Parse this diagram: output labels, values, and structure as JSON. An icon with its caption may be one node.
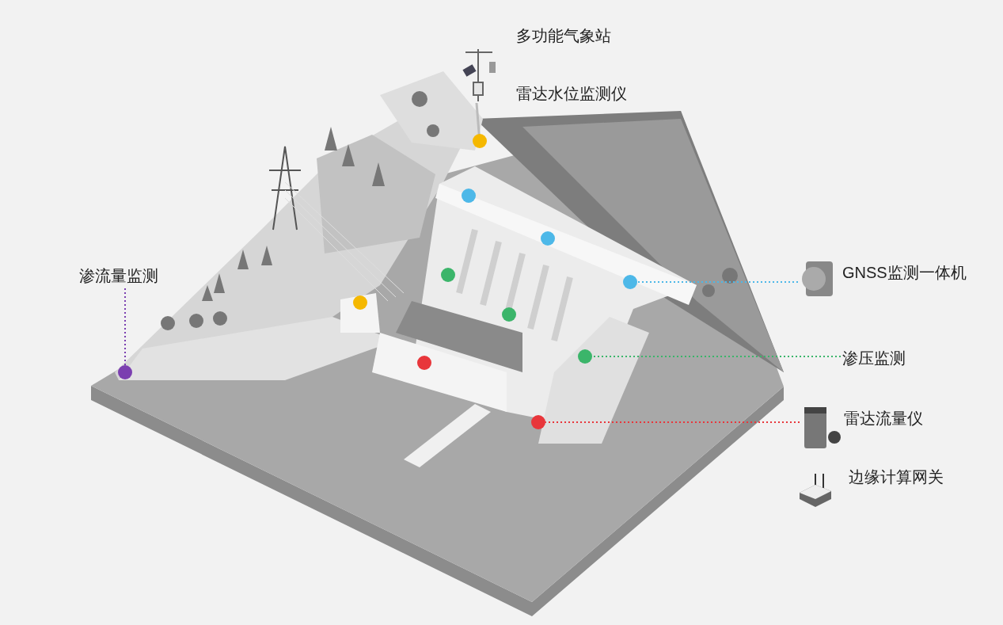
{
  "diagram": {
    "nodes": [
      {
        "text": [
          "渗流量监测"
        ]
      },
      {
        "text": [],
        "shape": "circle"
      },
      {
        "text": [
          "GNSS监测一体机"
        ]
      },
      {
        "text": [],
        "shape": "circle"
      },
      {
        "text": [
          "渗压监测"
        ]
      },
      {
        "text": [],
        "shape": "circle"
      },
      {
        "text": [
          "雷达流量仪"
        ]
      },
      {
        "text": [],
        "shape": "circle"
      }
    ],
    "edges": [
      {
        "from": 0,
        "to": 1,
        "arrow": "none",
        "style": "dashed",
        "color": "#7b3fb0"
      },
      {
        "from": 2,
        "to": 3,
        "arrow": "none",
        "style": "dashed",
        "color": "#4db8e8"
      },
      {
        "from": 4,
        "to": 5,
        "arrow": "none",
        "style": "dashed",
        "color": "#3bb56a"
      },
      {
        "from": 6,
        "to": 7,
        "arrow": "none",
        "style": "dashed",
        "color": "#e8363b"
      }
    ],
    "labels": [
      "多功能气象站",
      "雷达水位监测仪",
      "边缘计算网关"
    ]
  }
}
